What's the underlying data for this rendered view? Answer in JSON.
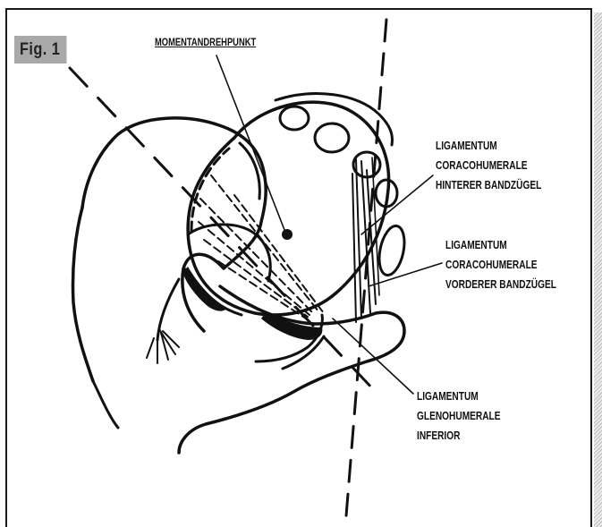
{
  "figure": {
    "label": "Fig. 1",
    "pivot_label": "MOMENTANDREHPUNKT",
    "labels": {
      "hinterer": [
        "LIGAMENTUM",
        "CORACOHUMERALE",
        "HINTERER BANDZÜGEL"
      ],
      "vorderer": [
        "LIGAMENTUM",
        "CORACOHUMERALE",
        "VORDERER BANDZÜGEL"
      ],
      "inferior": [
        "LIGAMENTUM",
        "GLENOHUMERALE",
        "INFERIOR"
      ]
    }
  }
}
